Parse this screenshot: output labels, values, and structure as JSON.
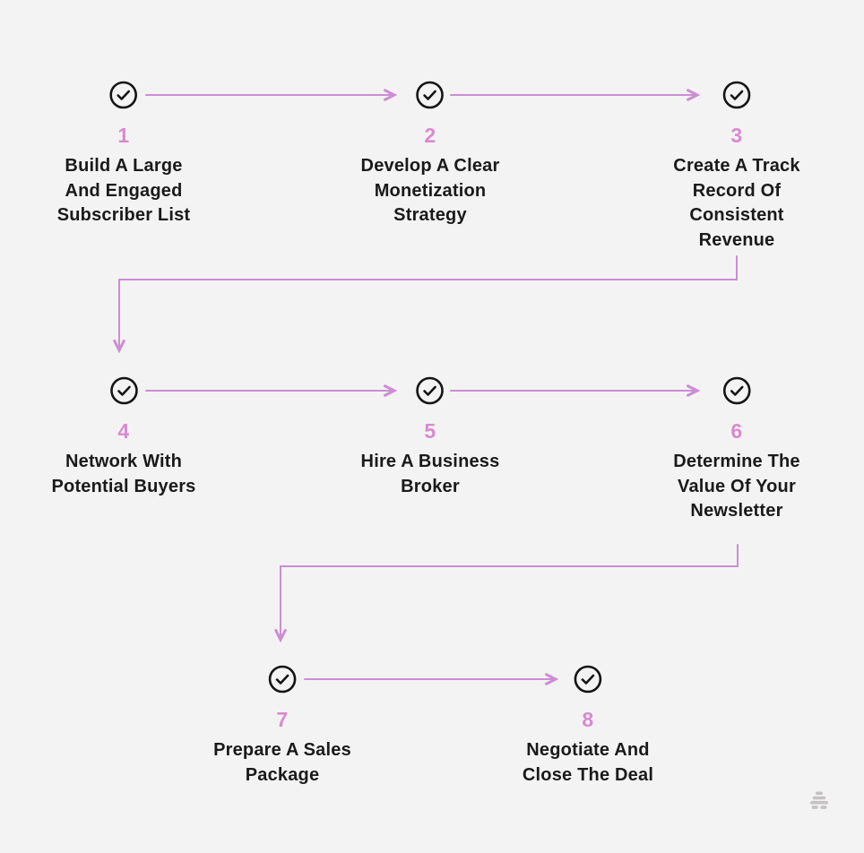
{
  "theme": {
    "background": "#f4f3f3",
    "text_color": "#1a1a1a",
    "accent_pink": "#d989d0",
    "line_pink": "#cc8dd4",
    "circle_color": "#141414",
    "logo_gray": "#b9b7b8"
  },
  "diagram": {
    "type": "flow",
    "rows": 3,
    "flow_order": "left-to-right, wrapping down at steps 3 and 6"
  },
  "steps": [
    {
      "number": "1",
      "label": "Build A Large\nAnd Engaged\nSubscriber List"
    },
    {
      "number": "2",
      "label": "Develop A Clear\nMonetization\nStrategy"
    },
    {
      "number": "3",
      "label": "Create A Track\nRecord Of\nConsistent Revenue"
    },
    {
      "number": "4",
      "label": "Network With\nPotential Buyers"
    },
    {
      "number": "5",
      "label": "Hire A Business\nBroker"
    },
    {
      "number": "6",
      "label": "Determine The\nValue Of Your\nNewsletter"
    },
    {
      "number": "7",
      "label": "Prepare A Sales\nPackage"
    },
    {
      "number": "8",
      "label": "Negotiate And\nClose The Deal"
    }
  ],
  "icons": {
    "step_marker": "check-circle-icon",
    "watermark": "beehive-logo-icon"
  }
}
